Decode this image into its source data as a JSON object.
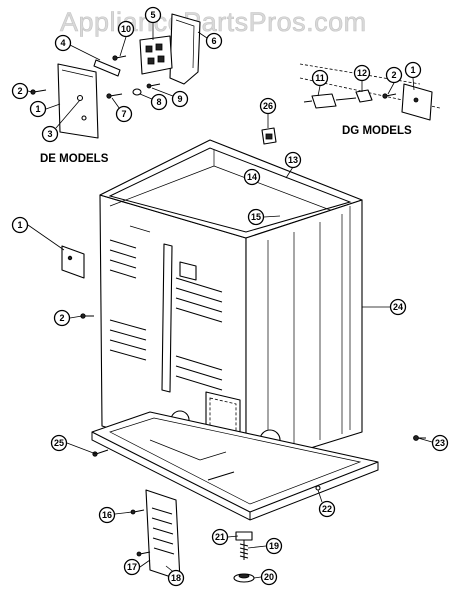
{
  "watermark": "AppliancePartsPros.com",
  "model_labels": {
    "de": "DE MODELS",
    "dg": "DG MODELS"
  },
  "callouts": [
    {
      "id": "c5a",
      "number": "5"
    },
    {
      "id": "c6",
      "number": "6"
    },
    {
      "id": "c4",
      "number": "4"
    },
    {
      "id": "c10",
      "number": "10"
    },
    {
      "id": "c2a",
      "number": "2"
    },
    {
      "id": "c1a",
      "number": "1"
    },
    {
      "id": "c3",
      "number": "3"
    },
    {
      "id": "c7",
      "number": "7"
    },
    {
      "id": "c8",
      "number": "8"
    },
    {
      "id": "c9",
      "number": "9"
    },
    {
      "id": "c11",
      "number": "11"
    },
    {
      "id": "c12",
      "number": "12"
    },
    {
      "id": "c2b",
      "number": "2"
    },
    {
      "id": "c1b",
      "number": "1"
    },
    {
      "id": "c26",
      "number": "26"
    },
    {
      "id": "c13",
      "number": "13"
    },
    {
      "id": "c14",
      "number": "14"
    },
    {
      "id": "c15",
      "number": "15"
    },
    {
      "id": "c1c",
      "number": "1"
    },
    {
      "id": "c24",
      "number": "24"
    },
    {
      "id": "c2c",
      "number": "2"
    },
    {
      "id": "c25",
      "number": "25"
    },
    {
      "id": "c23",
      "number": "23"
    },
    {
      "id": "c22",
      "number": "22"
    },
    {
      "id": "c16",
      "number": "16"
    },
    {
      "id": "c21",
      "number": "21"
    },
    {
      "id": "c19",
      "number": "19"
    },
    {
      "id": "c17",
      "number": "17"
    },
    {
      "id": "c18",
      "number": "18"
    },
    {
      "id": "c20",
      "number": "20"
    }
  ]
}
